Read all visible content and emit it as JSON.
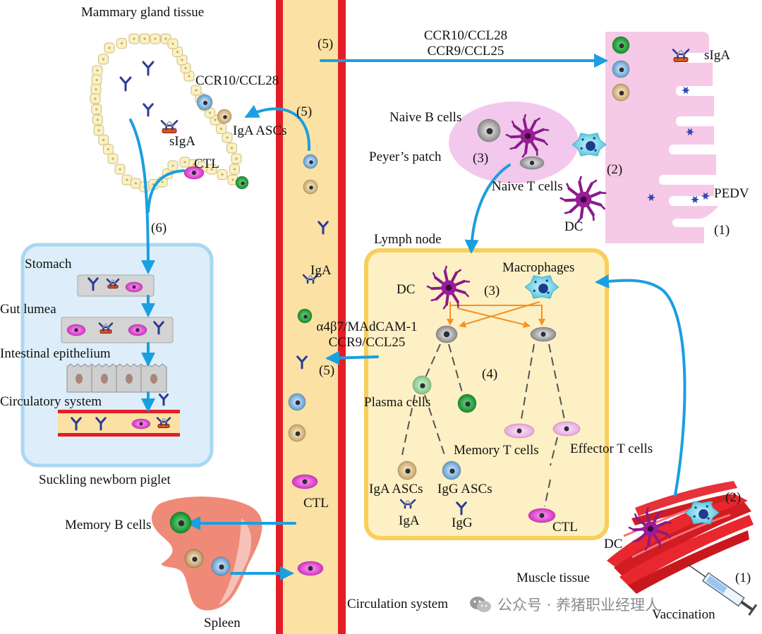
{
  "labels": {
    "mammary_gland_tissue": "Mammary gland tissue",
    "ccr10_ccl28_left": "CCR10/CCL28",
    "step5_a": "(5)",
    "step5_b": "(5)",
    "step5_c": "(5)",
    "iga_ascs_top": "IgA ASCs",
    "siga_left": "sIgA",
    "ctl_top": "CTL",
    "step6": "(6)",
    "stomach": "Stomach",
    "gut_lumea": "Gut lumea",
    "intestinal_epithelium": "Intestinal epithelium",
    "circulatory_system": "Circulatory system",
    "suckling_piglet": "Suckling newborn piglet",
    "memory_b_cells": "Memory B cells",
    "spleen": "Spleen",
    "circulation_system": "Circulation system",
    "iga_blood": "IgA",
    "a4b7_line1": "α4β7/MAdCAM-1",
    "a4b7_line2": "CCR9/CCL25",
    "ctl_blood": "CTL",
    "ccr10_top_line1": "CCR10/CCL28",
    "ccr10_top_line2": "CCR9/CCL25",
    "siga_right": "sIgA",
    "naive_b_cells": "Naive B cells",
    "peyers_patch": "Peyer’s patch",
    "step3_pp": "(3)",
    "naive_t_cells": "Naive T cells",
    "step2_top": "(2)",
    "pedv": "PEDV",
    "dc_gut": "DC",
    "step1_top": "(1)",
    "lymph_node": "Lymph node",
    "dc_ln": "DC",
    "step3_ln": "(3)",
    "macrophages": "Macrophages",
    "step4": "(4)",
    "plasma_cells": "Plasma cells",
    "memory_t_cells": "Memory T cells",
    "effector_t_cells": "Effector T cells",
    "iga_ascs_ln": "IgA ASCs",
    "igg_ascs_ln": "IgG ASCs",
    "iga_ln": "IgA",
    "igg_ln": "IgG",
    "ctl_ln": "CTL",
    "step2_bottom": "(2)",
    "dc_muscle": "DC",
    "muscle_tissue": "Muscle tissue",
    "step1_bottom": "(1)",
    "vaccination": "Vaccination"
  },
  "watermark": {
    "text": "公众号 · 养猪职业经理人"
  },
  "colors": {
    "blood_vessel_fill": "#fbe2a4",
    "blood_vessel_wall": "#e41e26",
    "mucosa": "#f6c9e6",
    "peyers_patch": "#f2c8ec",
    "lymph_node_fill": "#fdf0c4",
    "lymph_node_border": "#f8cf5a",
    "piglet_panel": "#ddeefa",
    "piglet_border": "#a8d8f2",
    "spleen": "#ef8a78",
    "arrow_blue": "#1a9fe0",
    "arrow_orange": "#f39325"
  },
  "icons": [
    "dendritic-cell-icon",
    "macrophage-icon",
    "b-cell-icon",
    "t-cell-icon",
    "plasma-cell-icon",
    "iga-antibody-icon",
    "igg-antibody-icon",
    "siga-icon",
    "ctl-cell-icon",
    "pedv-virus-icon",
    "syringe-icon",
    "muscle-fiber-icon",
    "spleen-icon"
  ]
}
